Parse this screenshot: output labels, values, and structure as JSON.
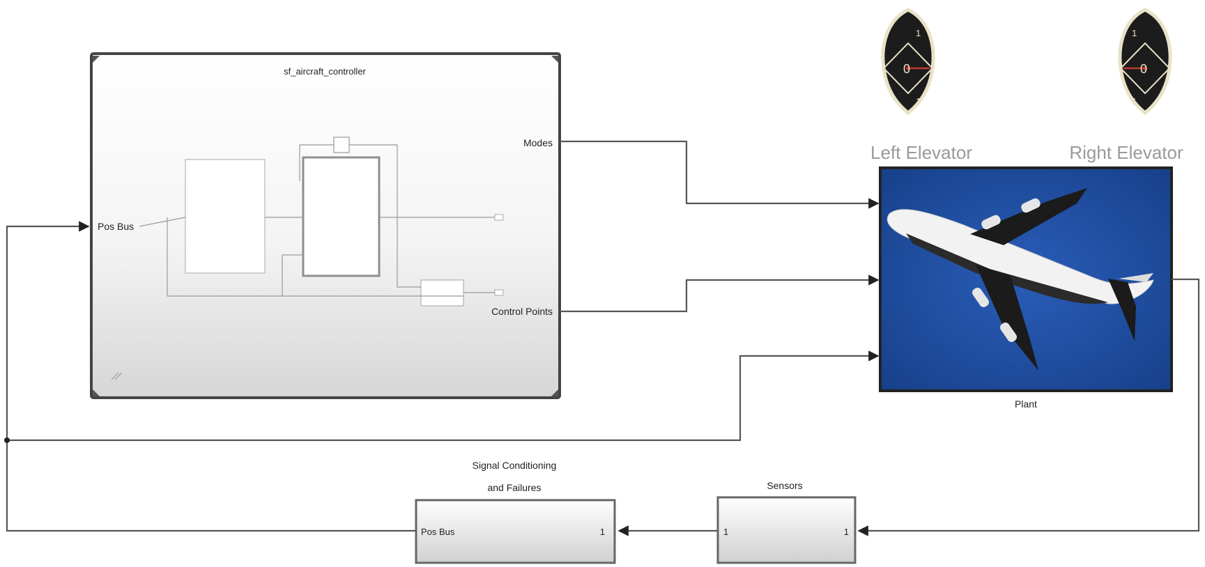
{
  "controller": {
    "title": "sf_aircraft_controller",
    "input_port": "Pos Bus",
    "output_ports": [
      "Modes",
      "Control Points"
    ]
  },
  "gauges": {
    "left_title": "Left Elevator",
    "right_title": "Right Elevator",
    "left_ticks": [
      "1",
      "0",
      "1"
    ],
    "right_ticks": [
      "1",
      "0",
      "1"
    ]
  },
  "plant": {
    "label": "Plant",
    "background_color": "#1f4b9c"
  },
  "signal_block": {
    "title_line1": "Signal Conditioning",
    "title_line2": "and Failures",
    "input_port": "Pos Bus",
    "output_port": "1"
  },
  "sensors_block": {
    "title": "Sensors",
    "input_port": "1",
    "output_port": "1"
  },
  "colors": {
    "wire": "#555555",
    "gauge_face": "#1c1c1c",
    "gauge_rim": "#e8e2c8",
    "needle": "#c0392b"
  }
}
